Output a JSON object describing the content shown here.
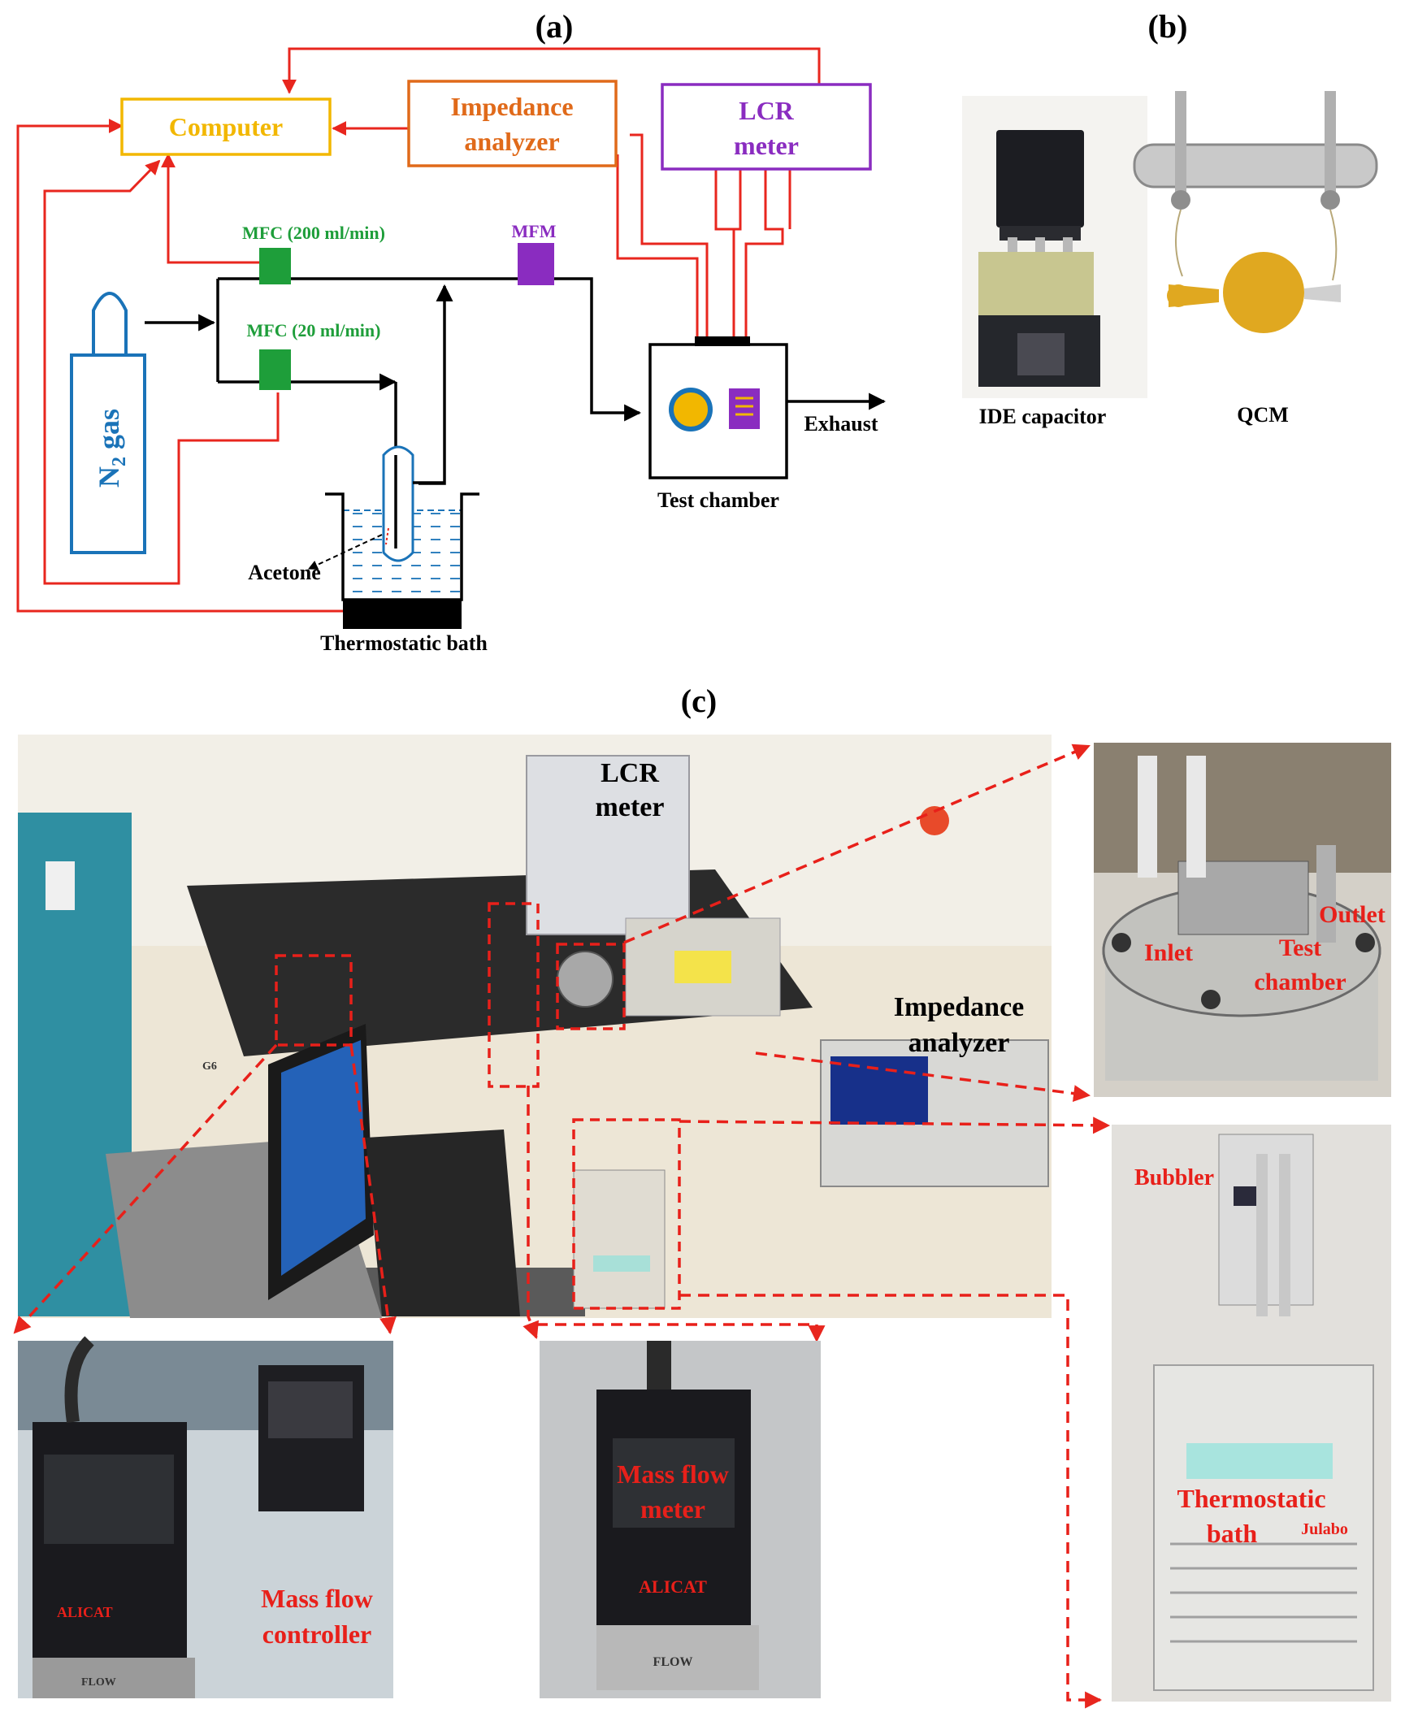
{
  "panels": {
    "a": "(a)",
    "b": "(b)",
    "c": "(c)"
  },
  "schematic": {
    "computer": "Computer",
    "impedance_line1": "Impedance",
    "impedance_line2": "analyzer",
    "lcr_line1": "LCR",
    "lcr_line2": "meter",
    "mfc_200": "MFC (200 ml/min)",
    "mfc_20": "MFC (20 ml/min)",
    "mfm": "MFM",
    "n2_gas_main": "N",
    "n2_gas_sub": "2",
    "n2_gas_tail": " gas",
    "exhaust": "Exhaust",
    "test_chamber": "Test chamber",
    "acetone": "Acetone",
    "thermostatic_bath": "Thermostatic bath"
  },
  "sensors": {
    "ide": "IDE capacitor",
    "qcm": "QCM"
  },
  "photos": {
    "lcr_line1": "LCR",
    "lcr_line2": "meter",
    "impedance_line1": "Impedance",
    "impedance_line2": "analyzer",
    "inlet": "Inlet",
    "test_line1": "Test",
    "test_line2": "chamber",
    "outlet": "Outlet",
    "bubbler": "Bubbler",
    "thermo_line1": "Thermostatic",
    "thermo_line2": "bath",
    "mfc_line1": "Mass flow",
    "mfc_line2": "controller",
    "mfm_line1": "Mass flow",
    "mfm_line2": "meter",
    "alicat": "ALICAT",
    "flow": "FLOW",
    "julabo": "Julabo",
    "g6": "G6"
  },
  "colors": {
    "computer": "#f2b700",
    "impedance": "#e06a1a",
    "lcr": "#8a2cc0",
    "mfc": "#1e9e3a",
    "n2": "#1a73b8",
    "signal": "#e8261e",
    "photo_label": "#e8201a"
  }
}
